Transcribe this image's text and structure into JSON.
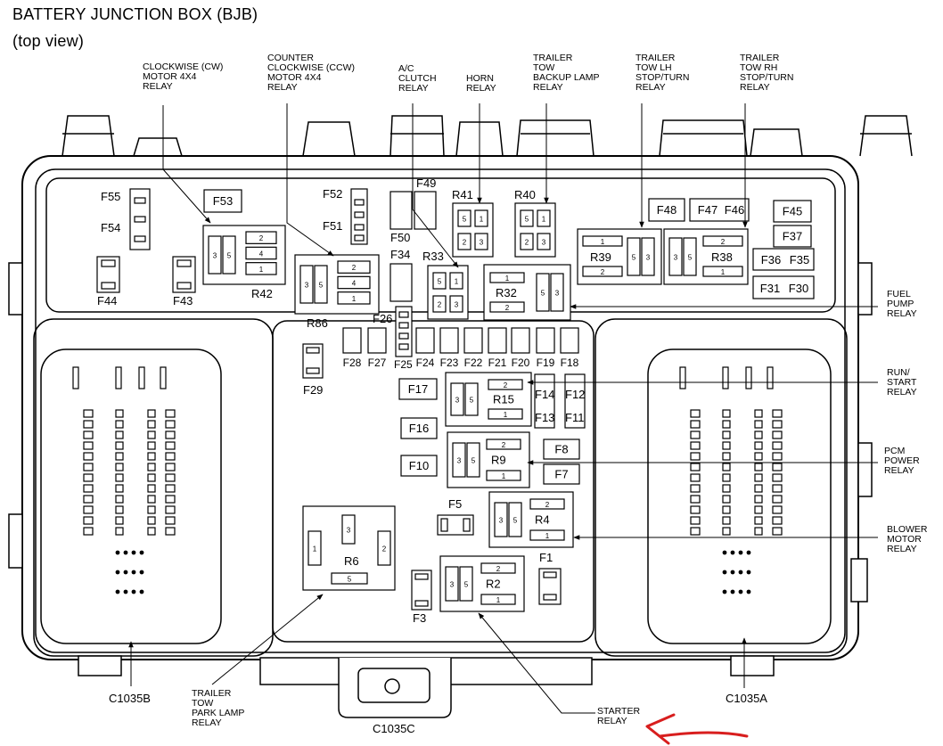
{
  "title": "BATTERY JUNCTION BOX (BJB)",
  "subtitle": "(top view)",
  "callouts": {
    "cw_relay": [
      "CLOCKWISE (CW)",
      "MOTOR 4X4",
      "RELAY"
    ],
    "ccw_relay": [
      "COUNTER",
      "CLOCKWISE (CCW)",
      "MOTOR 4X4",
      "RELAY"
    ],
    "ac_clutch": [
      "A/C",
      "CLUTCH",
      "RELAY"
    ],
    "horn": [
      "HORN",
      "RELAY"
    ],
    "trailer_backup": [
      "TRAILER",
      "TOW",
      "BACKUP LAMP",
      "RELAY"
    ],
    "trailer_lh": [
      "TRAILER",
      "TOW LH",
      "STOP/TURN",
      "RELAY"
    ],
    "trailer_rh": [
      "TRAILER",
      "TOW RH",
      "STOP/TURN",
      "RELAY"
    ],
    "fuel_pump": [
      "FUEL",
      "PUMP",
      "RELAY"
    ],
    "run_start": [
      "RUN/",
      "START",
      "RELAY"
    ],
    "pcm_power": [
      "PCM",
      "POWER",
      "RELAY"
    ],
    "blower_motor": [
      "BLOWER",
      "MOTOR",
      "RELAY"
    ],
    "trailer_park": [
      "TRAILER",
      "TOW",
      "PARK LAMP",
      "RELAY"
    ],
    "starter": [
      "STARTER",
      "RELAY"
    ]
  },
  "connectors": {
    "c1035b": "C1035B",
    "c1035a": "C1035A",
    "c1035c": "C1035C"
  },
  "relays": {
    "r42": "R42",
    "r86": "R86",
    "r41": "R41",
    "r40": "R40",
    "r33": "R33",
    "r32": "R32",
    "r39": "R39",
    "r38": "R38",
    "r15": "R15",
    "r9": "R9",
    "r4": "R4",
    "r6": "R6",
    "r2": "R2"
  },
  "pins": {
    "p1": "1",
    "p2": "2",
    "p3": "3",
    "p4": "4",
    "p5": "5"
  },
  "fuses": {
    "f55": "F55",
    "f54": "F54",
    "f53": "F53",
    "f52": "F52",
    "f51": "F51",
    "f49": "F49",
    "f50": "F50",
    "f48": "F48",
    "f47": "F47",
    "f46": "F46",
    "f45": "F45",
    "f37": "F37",
    "f36": "F36",
    "f35": "F35",
    "f31": "F31",
    "f30": "F30",
    "f44": "F44",
    "f43": "F43",
    "f34": "F34",
    "f26": "F26",
    "f28": "F28",
    "f27": "F27",
    "f25": "F25",
    "f24": "F24",
    "f23": "F23",
    "f22": "F22",
    "f21": "F21",
    "f20": "F20",
    "f19": "F19",
    "f18": "F18",
    "f29": "F29",
    "f17": "F17",
    "f16": "F16",
    "f10": "F10",
    "f14": "F14",
    "f12": "F12",
    "f13": "F13",
    "f11": "F11",
    "f8": "F8",
    "f7": "F7",
    "f5": "F5",
    "f1": "F1",
    "f3": "F3"
  },
  "annotation_color": "#d81e1e"
}
